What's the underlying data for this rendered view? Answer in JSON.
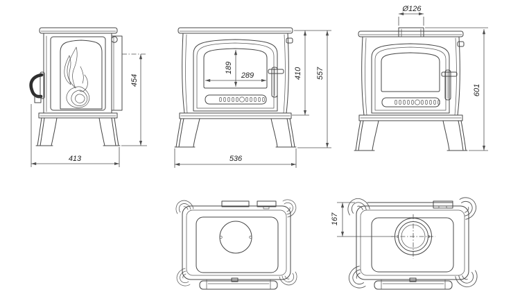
{
  "colors": {
    "line": "#444444",
    "dimension_line": "#4f4f4f",
    "text": "#222222",
    "background": "#ffffff"
  },
  "views": {
    "side": {
      "label_height": "454",
      "label_depth": "413"
    },
    "front": {
      "label_glass_height": "189",
      "label_glass_width": "289",
      "label_firebox_height": "410",
      "label_overall_height": "557",
      "label_overall_width": "536"
    },
    "front_flue": {
      "label_flue_diameter": "Ø126",
      "label_height_to_flue": "601"
    },
    "top_flue": {
      "label_flue_center_from_back": "167"
    }
  }
}
